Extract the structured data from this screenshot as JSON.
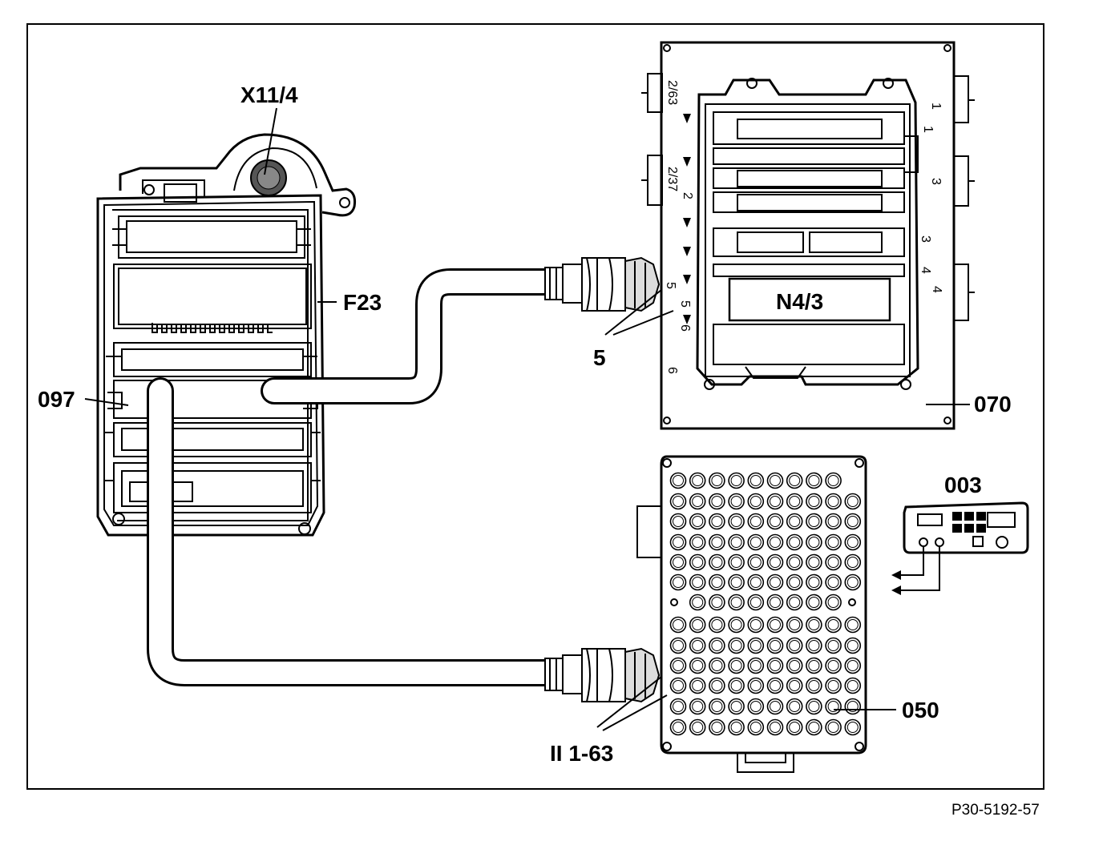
{
  "labels": {
    "x11_4": "X11/4",
    "f23": "F23",
    "n4_3": "N4/3",
    "l097": "097",
    "l070": "070",
    "l003": "003",
    "l050": "050",
    "l5": "5",
    "ii_1_63": "II 1-63",
    "figure_id": "P30-5192-57"
  },
  "ecu_070_pins": {
    "p2_63": "2/63",
    "p2_37": "2/37",
    "p1a": "1",
    "p1b": "1",
    "p2": "2",
    "p3a": "3",
    "p3b": "3",
    "p4a": "4",
    "p4b": "4",
    "p5a": "5",
    "p5b": "5",
    "p6a": "6",
    "p6b": "6"
  }
}
